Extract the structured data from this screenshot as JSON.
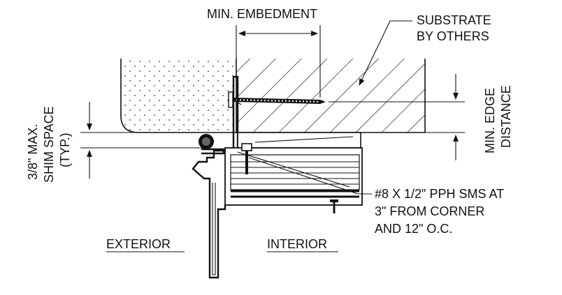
{
  "labels": {
    "min_embedment": "MIN. EMBEDMENT",
    "substrate_line1": "SUBSTRATE",
    "substrate_line2": "BY OTHERS",
    "shim_line1": "3/8\" MAX.",
    "shim_line2": "SHIM SPACE",
    "shim_line3": "(TYP.)",
    "edge_line1": "MIN. EDGE",
    "edge_line2": "DISTANCE",
    "fastener_line1": "#8 X 1/2\" PPH SMS AT",
    "fastener_line2": "3\" FROM CORNER",
    "fastener_line3": "AND 12\" O.C.",
    "exterior": "EXTERIOR",
    "interior": "INTERIOR"
  }
}
